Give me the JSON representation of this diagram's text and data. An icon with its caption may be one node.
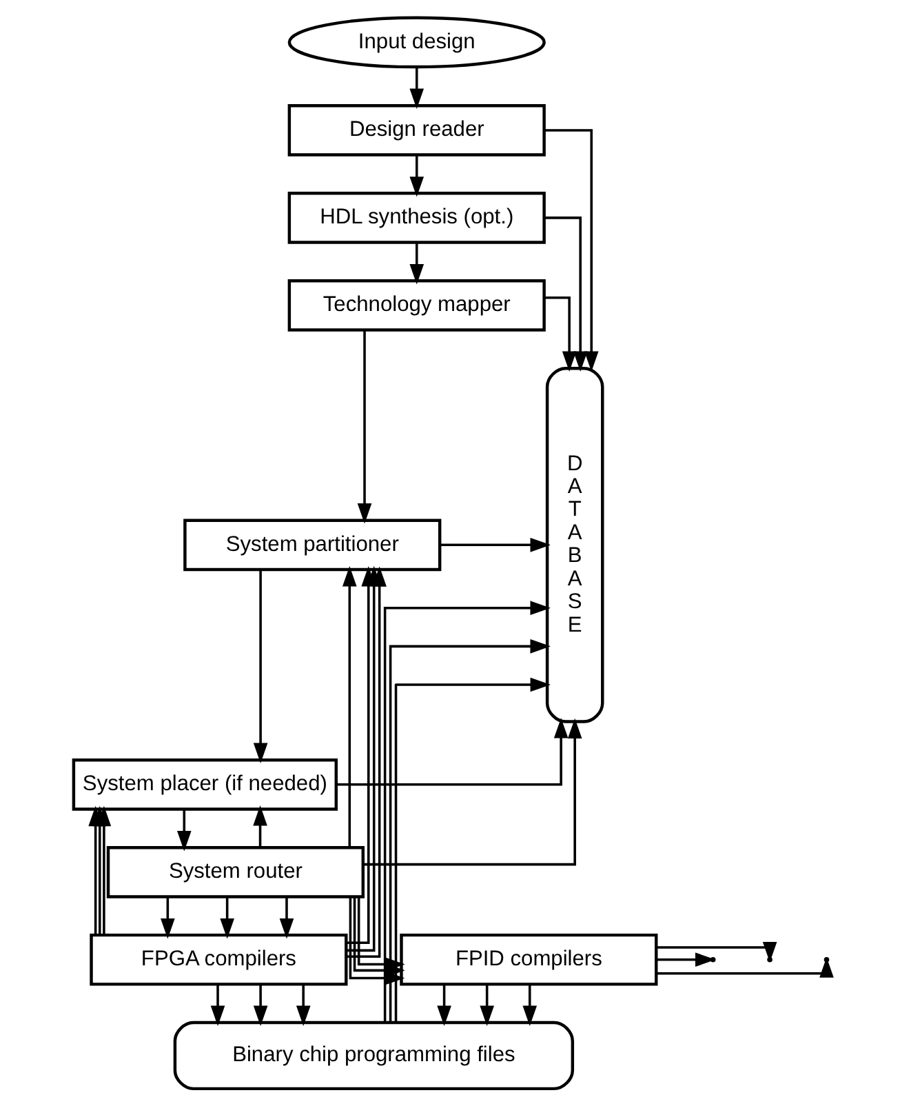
{
  "diagram": {
    "nodes": [
      {
        "text": [
          "Input design"
        ]
      },
      {
        "text": [
          "Design reader"
        ]
      },
      {
        "text": [
          "HDL synthesis (opt.)"
        ]
      },
      {
        "text": [
          "Technology mapper"
        ]
      },
      {
        "text": [
          "System partitioner"
        ]
      },
      {
        "text": [
          "System placer (if needed)"
        ]
      },
      {
        "text": [
          "System router"
        ]
      },
      {
        "text": [
          "FPGA compilers"
        ]
      },
      {
        "text": [
          "FPID compilers"
        ]
      },
      {
        "text": [
          "Binary chip programming files"
        ]
      },
      {
        "text": [
          "DATABASE"
        ]
      }
    ],
    "edges": [
      {
        "from": 0,
        "to": 1,
        "arrow": "to"
      },
      {
        "from": 1,
        "to": 2,
        "arrow": "to"
      },
      {
        "from": 2,
        "to": 3,
        "arrow": "to"
      },
      {
        "from": 3,
        "to": 4,
        "arrow": "to"
      },
      {
        "from": 4,
        "to": 5,
        "arrow": "to"
      },
      {
        "from": 5,
        "to": 6,
        "arrow": "to"
      },
      {
        "from": 6,
        "to": 7,
        "arrow": "to"
      },
      {
        "from": 6,
        "to": 7,
        "arrow": "to"
      },
      {
        "from": 6,
        "to": 7,
        "arrow": "to"
      },
      {
        "from": 6,
        "to": 8,
        "arrow": "to"
      },
      {
        "from": 6,
        "to": 8,
        "arrow": "to"
      },
      {
        "from": 6,
        "to": 8,
        "arrow": "to"
      },
      {
        "from": 7,
        "to": 9,
        "arrow": "to"
      },
      {
        "from": 7,
        "to": 9,
        "arrow": "to"
      },
      {
        "from": 7,
        "to": 9,
        "arrow": "to"
      },
      {
        "from": 8,
        "to": 9,
        "arrow": "to"
      },
      {
        "from": 8,
        "to": 9,
        "arrow": "to"
      },
      {
        "from": 8,
        "to": 9,
        "arrow": "to"
      },
      {
        "from": 6,
        "to": 4,
        "arrow": "to"
      },
      {
        "from": 6,
        "to": 5,
        "arrow": "to"
      },
      {
        "from": 7,
        "to": 4,
        "arrow": "to"
      },
      {
        "from": 7,
        "to": 4,
        "arrow": "to"
      },
      {
        "from": 7,
        "to": 4,
        "arrow": "to"
      },
      {
        "from": 7,
        "to": 5,
        "arrow": "to"
      },
      {
        "from": 7,
        "to": 5,
        "arrow": "to"
      },
      {
        "from": 7,
        "to": 5,
        "arrow": "to"
      },
      {
        "from": 8,
        "to": null,
        "arrow": "to"
      },
      {
        "from": 8,
        "to": null,
        "arrow": "to"
      },
      {
        "from": 8,
        "to": null,
        "arrow": "to"
      },
      {
        "from": 1,
        "to": 10,
        "arrow": "to"
      },
      {
        "from": 2,
        "to": 10,
        "arrow": "to"
      },
      {
        "from": 3,
        "to": 10,
        "arrow": "to"
      },
      {
        "from": 4,
        "to": 10,
        "arrow": "to"
      },
      {
        "from": 5,
        "to": 10,
        "arrow": "to"
      },
      {
        "from": 6,
        "to": 10,
        "arrow": "to"
      },
      {
        "from": 9,
        "to": 10,
        "arrow": "to"
      },
      {
        "from": 9,
        "to": 10,
        "arrow": "to"
      },
      {
        "from": 9,
        "to": 10,
        "arrow": "to"
      }
    ]
  }
}
